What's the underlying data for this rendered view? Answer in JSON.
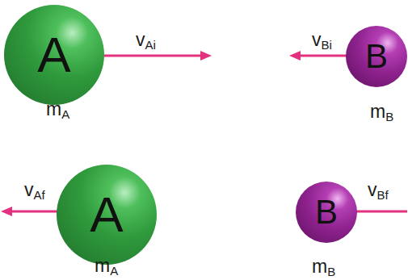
{
  "diagram": {
    "nodes": [
      {
        "text": [
          "A"
        ]
      },
      {
        "text": [
          "B"
        ]
      },
      {
        "text": [
          "A"
        ]
      },
      {
        "text": [
          "B"
        ]
      }
    ],
    "labels": [
      "vAi",
      "vBi",
      "mA",
      "mB",
      "vAf",
      "vBf",
      "mA",
      "mB"
    ]
  }
}
